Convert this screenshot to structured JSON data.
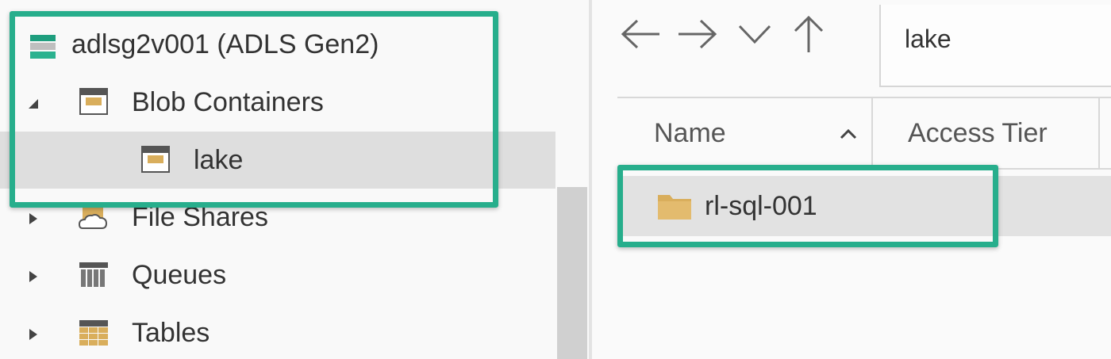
{
  "tree": {
    "account": {
      "label": "adlsg2v001 (ADLS Gen2)",
      "icon": "storage-account-icon"
    },
    "items": [
      {
        "label": "Blob Containers",
        "icon": "blob-container-icon",
        "expanded": true
      },
      {
        "label": "lake",
        "icon": "blob-container-icon",
        "selected": true
      },
      {
        "label": "File Shares",
        "icon": "file-share-icon",
        "expanded": false
      },
      {
        "label": "Queues",
        "icon": "queue-icon",
        "expanded": false
      },
      {
        "label": "Tables",
        "icon": "table-icon",
        "expanded": false
      }
    ]
  },
  "toolbar": {
    "back": "back-arrow-icon",
    "forward": "forward-arrow-icon",
    "recent": "chevron-down-icon",
    "up": "up-arrow-icon"
  },
  "address": {
    "path": "lake"
  },
  "grid": {
    "columns": [
      {
        "label": "Name",
        "sort": "ascending"
      },
      {
        "label": "Access Tier"
      }
    ],
    "rows": [
      {
        "name": "rl-sql-001",
        "icon": "folder-icon"
      }
    ]
  },
  "colors": {
    "highlight": "#27ae8c",
    "folder": "#d9ae5c",
    "selection": "#dedede"
  }
}
